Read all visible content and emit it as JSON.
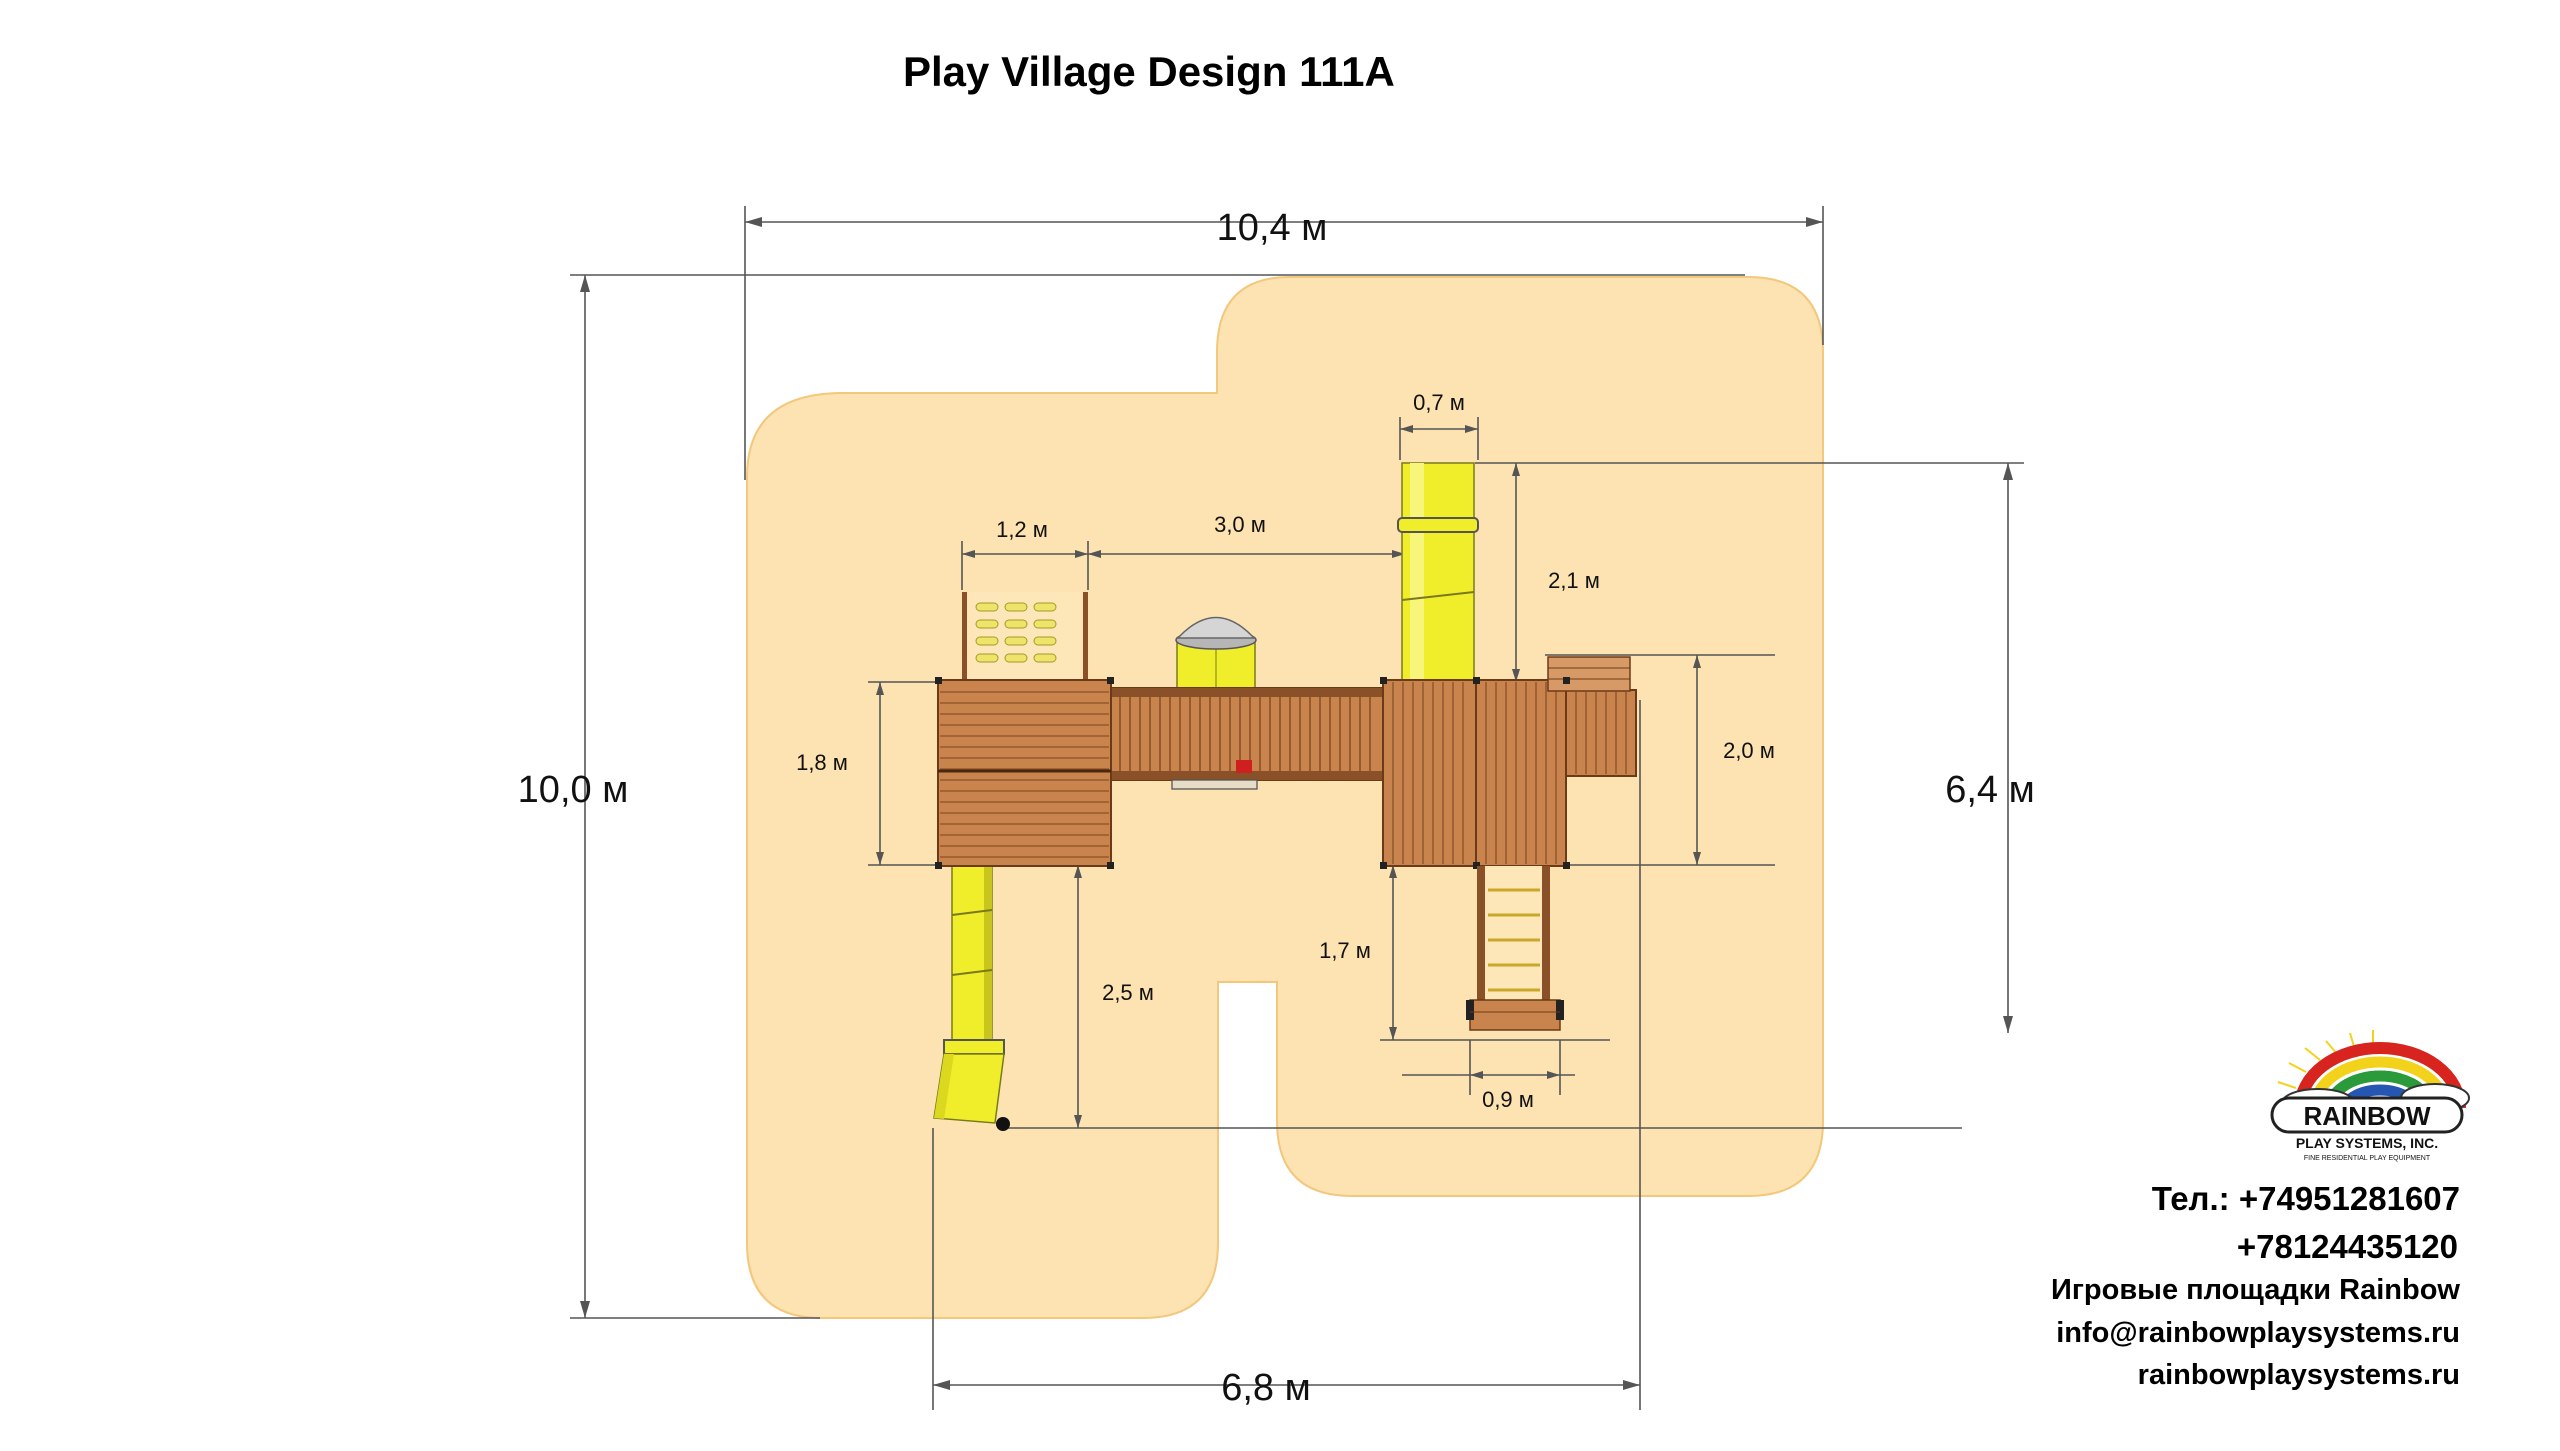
{
  "title": "Play Village Design 111A",
  "dimensions": {
    "overall_width": "10,4 м",
    "overall_height": "10,0 м",
    "right_height": "6,4 м",
    "bottom_width": "6,8 м",
    "ladder_width": "1,2 м",
    "bridge_length": "3,0 м",
    "tube_width": "0,7 м",
    "tube_length": "2,1 м",
    "left_deck": "1,8 м",
    "right_deck": "2,0 м",
    "slide_length": "2,5 м",
    "ladder_length": "1,7 м",
    "ladder_base": "0,9 м"
  },
  "contacts": {
    "phone1": "Тел.: +74951281607",
    "phone2": "+78124435120",
    "company": "Игровые площадки Rainbow",
    "email": "info@rainbowplaysystems.ru",
    "website": "rainbowplaysystems.ru"
  },
  "logo": {
    "brand": "RAINBOW",
    "name": "PLAY SYSTEMS, INC.",
    "tagline": "FINE RESIDENTIAL PLAY EQUIPMENT"
  },
  "colors": {
    "area": "#fce3b1",
    "wood": "#c9834c",
    "wood_dark": "#8a5028",
    "slide": "#f0ee2a"
  }
}
